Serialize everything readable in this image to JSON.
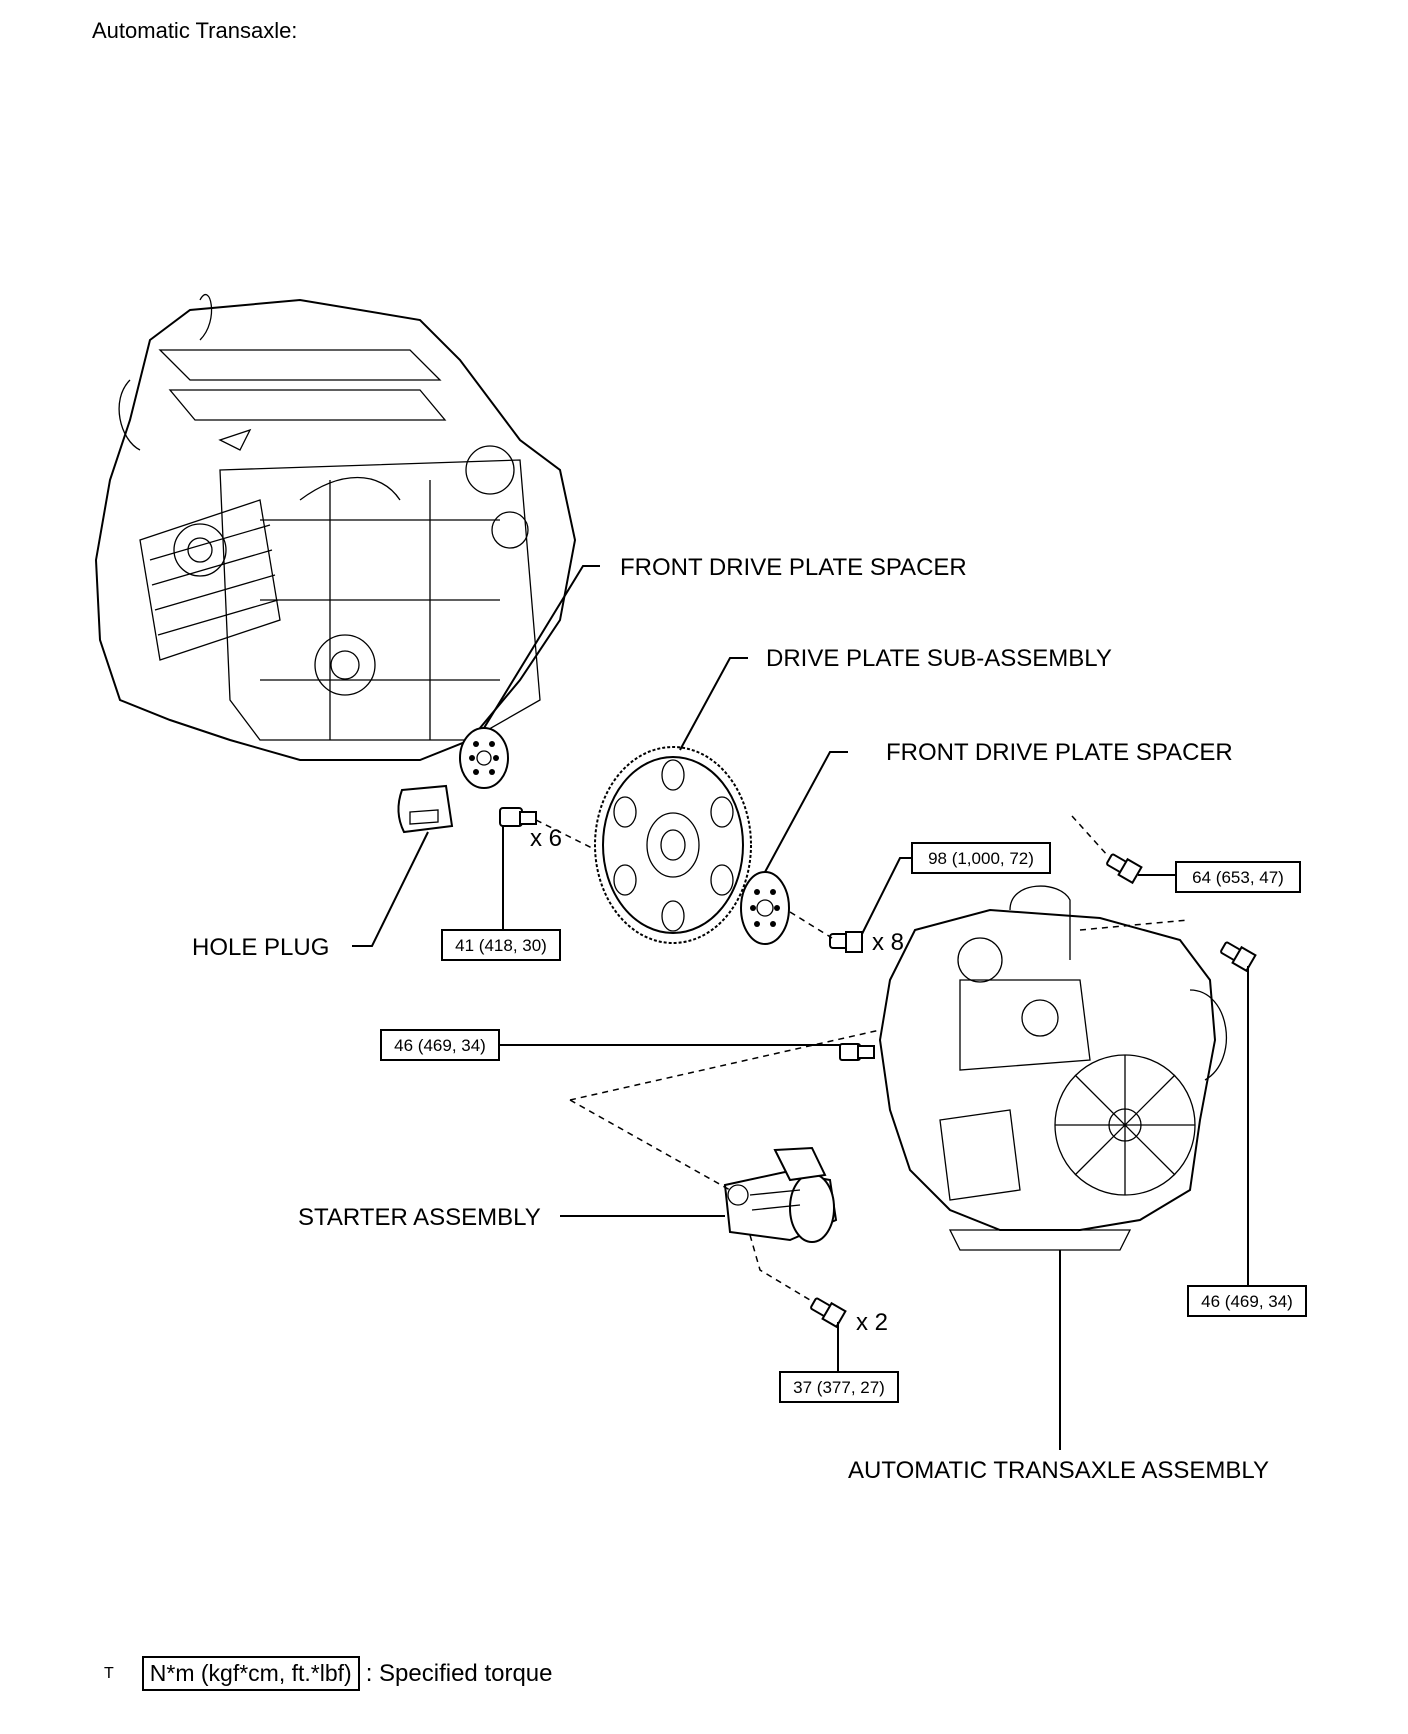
{
  "heading": "Automatic Transaxle:",
  "labels": {
    "front_drive_plate_spacer_1": "FRONT DRIVE PLATE SPACER",
    "drive_plate_sub_assembly": "DRIVE PLATE SUB-ASSEMBLY",
    "front_drive_plate_spacer_2": "FRONT DRIVE PLATE SPACER",
    "hole_plug": "HOLE PLUG",
    "starter_assembly": "STARTER ASSEMBLY",
    "automatic_transaxle_assembly": "AUTOMATIC TRANSAXLE ASSEMBLY"
  },
  "quantities": {
    "drive_plate_bolts": "x 6",
    "spacer_bolts": "x 8",
    "starter_bolts": "x 2"
  },
  "torques": {
    "drive_plate_bolt": "41 (418, 30)",
    "spacer_bolt": "98 (1,000, 72)",
    "upper_bolt": "64 (653, 47)",
    "side_bolt": "46 (469, 34)",
    "right_bolt": "46 (469, 34)",
    "starter_bolt": "37 (377, 27)"
  },
  "legend": {
    "marker": "T",
    "unit": "N*m (kgf*cm, ft.*lbf)",
    "description": ": Specified torque"
  }
}
